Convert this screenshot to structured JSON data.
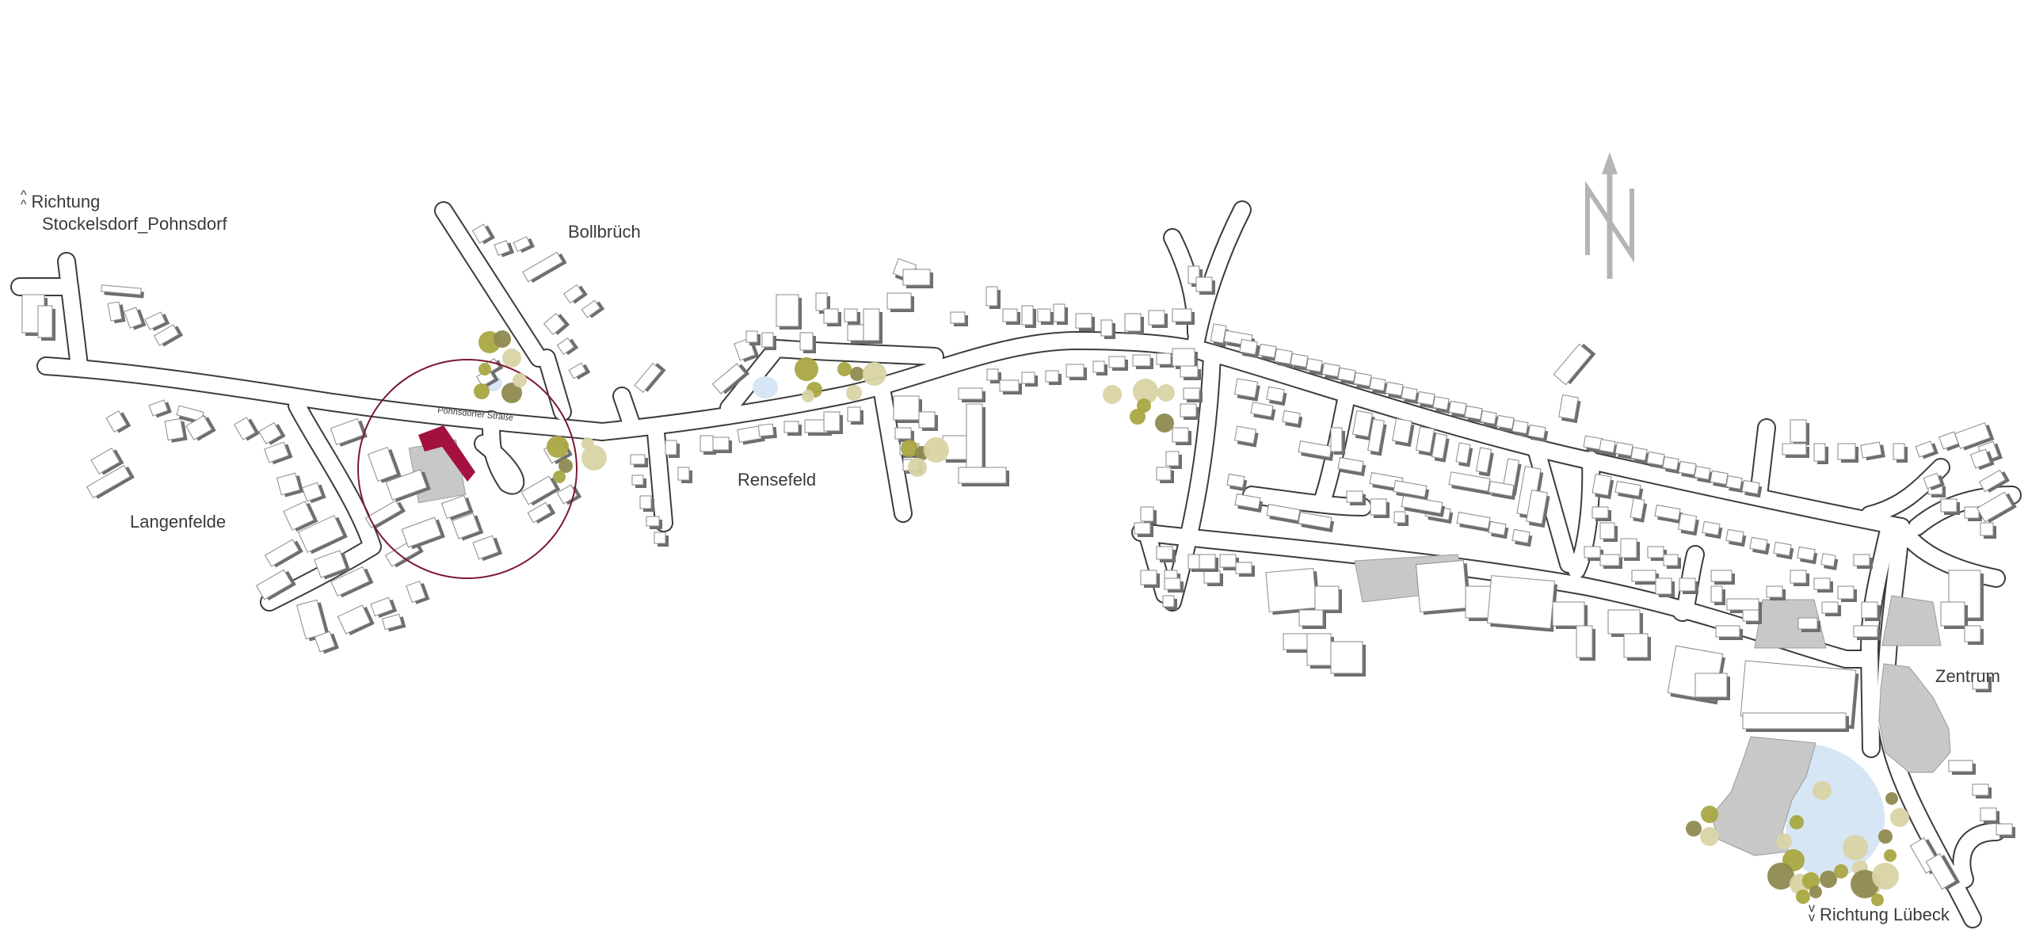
{
  "labels": {
    "richtung_nw_line1": "Richtung",
    "richtung_nw_line2": "Stockelsdorf_Pohnsdorf",
    "bollbruech": "Bollbrüch",
    "langenfelde": "Langenfelde",
    "rensefeld": "Rensefeld",
    "zentrum": "Zentrum",
    "richtung_luebeck": "Richtung Lübeck",
    "street_name": "Pohnsdorfer Straße"
  },
  "icons": {
    "north_arrow": "north-arrow-icon",
    "direction_up": "double-chevron-up-icon",
    "direction_down": "double-chevron-down-icon"
  },
  "colors": {
    "road_outline": "#3c3c3c",
    "building_fill": "#ffffff",
    "building_shadow": "#6e6e6e",
    "public_building": "#c8c8c8",
    "highlight_building": "#a3123f",
    "site_circle": "#7a1832",
    "water": "#d6e6f5",
    "tree_dark": "#8f8a50",
    "tree_mid": "#a9a642",
    "tree_light": "#d9d3a5",
    "north_arrow": "#b5b5b5"
  }
}
